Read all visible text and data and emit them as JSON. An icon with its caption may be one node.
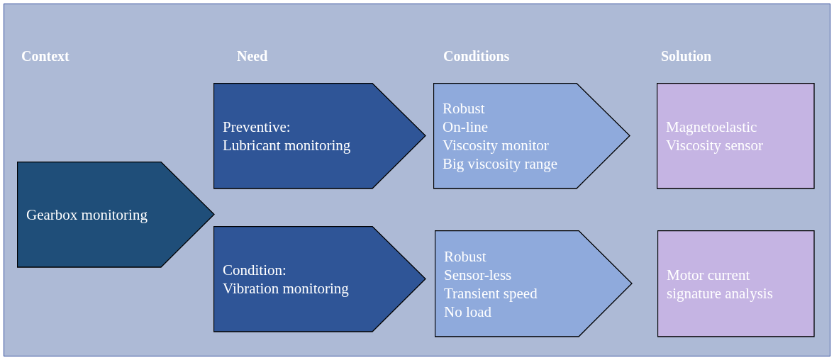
{
  "diagram": {
    "nodes": [
      {
        "text": [
          "Gearbox monitoring"
        ]
      },
      {
        "text": [
          "Preventive:",
          "Lubricant monitoring"
        ]
      },
      {
        "text": [
          "Condition:",
          "Vibration monitoring"
        ]
      },
      {
        "text": [
          "Robust",
          "On-line",
          "Viscosity monitor",
          "Big viscosity range"
        ]
      },
      {
        "text": [
          "Robust",
          "Sensor-less",
          "Transient speed",
          "No load"
        ]
      },
      {
        "text": [
          "Magnetoelastic",
          "Viscosity sensor"
        ]
      },
      {
        "text": [
          "Motor current",
          "signature analysis"
        ]
      }
    ],
    "labels": [
      "Context",
      "Need",
      "Conditions",
      "Solution"
    ]
  }
}
